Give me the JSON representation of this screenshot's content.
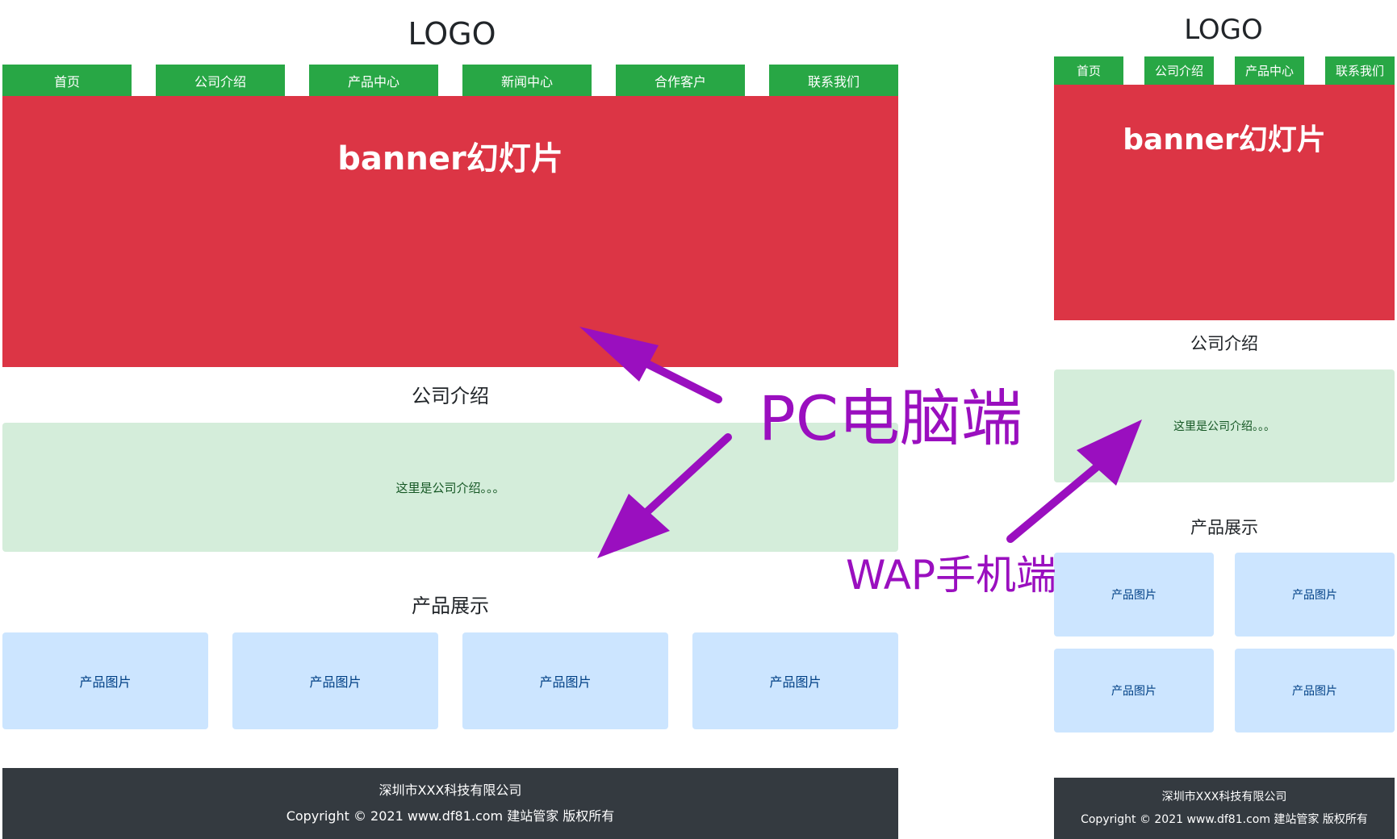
{
  "pc": {
    "logo": "LOGO",
    "nav": [
      "首页",
      "公司介绍",
      "产品中心",
      "新闻中心",
      "合作客户",
      "联系我们"
    ],
    "banner_title": "banner幻灯片",
    "intro_title": "公司介绍",
    "intro_text": "这里是公司介绍。。。",
    "products_title": "产品展示",
    "products": [
      "产品图片",
      "产品图片",
      "产品图片",
      "产品图片"
    ],
    "footer_company": "深圳市XXX科技有限公司",
    "footer_copyright": "Copyright © 2021 www.df81.com 建站管家 版权所有"
  },
  "wap": {
    "logo": "LOGO",
    "nav": [
      "首页",
      "公司介绍",
      "产品中心",
      "联系我们"
    ],
    "banner_title": "banner幻灯片",
    "intro_title": "公司介绍",
    "intro_text": "这里是公司介绍。。。",
    "products_title": "产品展示",
    "products": [
      "产品图片",
      "产品图片",
      "产品图片",
      "产品图片"
    ],
    "footer_company": "深圳市XXX科技有限公司",
    "footer_copyright": "Copyright © 2021 www.df81.com 建站管家 版权所有"
  },
  "annotations": {
    "pc_label": "PC电脑端",
    "wap_label": "WAP手机端",
    "arrow_color": "#9a0fbf"
  },
  "colors": {
    "nav": "#28a745",
    "banner": "#dc3545",
    "intro_bg": "#d4edda",
    "product_bg": "#cce5ff",
    "footer_bg": "#343a40"
  }
}
